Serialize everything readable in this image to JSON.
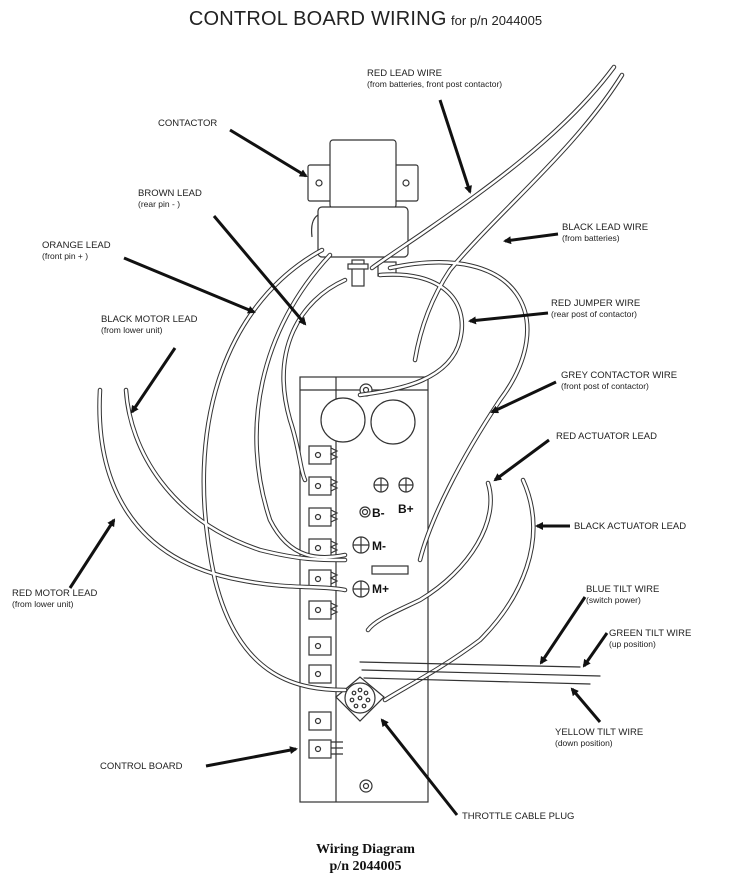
{
  "title": {
    "main": "CONTROL BOARD WIRING",
    "suffix": "for p/n 2044005"
  },
  "labels": {
    "contactor": "CONTACTOR",
    "red_lead_wire": "RED LEAD WIRE",
    "red_lead_wire_sub": "(from batteries, front post contactor)",
    "brown_lead": "BROWN LEAD",
    "brown_lead_sub": "(rear pin - )",
    "black_lead_wire": "BLACK LEAD WIRE",
    "black_lead_wire_sub": "(from batteries)",
    "orange_lead": "ORANGE LEAD",
    "orange_lead_sub": "(front pin + )",
    "red_jumper_wire": "RED JUMPER WIRE",
    "red_jumper_wire_sub": "(rear post of contactor)",
    "black_motor_lead": "BLACK MOTOR LEAD",
    "black_motor_lead_sub": "(from lower unit)",
    "grey_contactor_wire": "GREY CONTACTOR WIRE",
    "grey_contactor_wire_sub": "(front post of contactor)",
    "red_actuator_lead": "RED ACTUATOR LEAD",
    "black_actuator_lead": "BLACK ACTUATOR LEAD",
    "red_motor_lead": "RED MOTOR LEAD",
    "red_motor_lead_sub": "(from lower unit)",
    "blue_tilt_wire": "BLUE TILT WIRE",
    "blue_tilt_wire_sub": "(switch power)",
    "green_tilt_wire": "GREEN TILT WIRE",
    "green_tilt_wire_sub": "(up position)",
    "yellow_tilt_wire": "YELLOW TILT WIRE",
    "yellow_tilt_wire_sub": "(down position)",
    "control_board": "CONTROL BOARD",
    "throttle_cable_plug": "THROTTLE CABLE PLUG"
  },
  "terminals": {
    "b_minus": "B-",
    "b_plus": "B+",
    "m_minus": "M-",
    "m_plus": "M+"
  },
  "caption": {
    "line1": "Wiring Diagram",
    "line2": "p/n 2044005"
  }
}
